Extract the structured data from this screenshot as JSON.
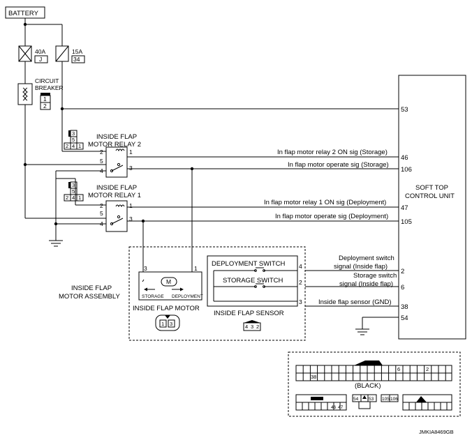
{
  "labels": {
    "battery": "BATTERY",
    "fuse_40a": "40A",
    "fuse_40a_id": "J",
    "fuse_15a": "15A",
    "fuse_15a_id": "34",
    "circuit_breaker_1": "CIRCUIT",
    "circuit_breaker_2": "BREAKER",
    "cb_pin_1": "1",
    "cb_pin_2": "2",
    "relay2_title_1": "INSIDE FLAP",
    "relay2_title_2": "MOTOR RELAY 2",
    "relay1_title_1": "INSIDE FLAP",
    "relay1_title_2": "MOTOR RELAY 1",
    "motor_assembly_1": "INSIDE FLAP",
    "motor_assembly_2": "MOTOR ASSEMBLY",
    "motor": "INSIDE FLAP MOTOR",
    "motor_symbol": "M",
    "storage": "STORAGE",
    "deployment": "DEPLOYMENT",
    "deployment_switch": "DEPLOYMENT SWITCH",
    "storage_switch": "STORAGE SWITCH",
    "sensor": "INSIDE FLAP SENSOR",
    "control_unit_1": "SOFT TOP",
    "control_unit_2": "CONTROL UNIT",
    "black": "(BLACK)",
    "code": "JMKIA8469GB"
  },
  "relay_connector": {
    "r1": "3",
    "r2": "5",
    "r3a": "2",
    "r3b": "4",
    "r3c": "1"
  },
  "relay_pins": {
    "p1": "1",
    "p2": "2",
    "p3": "3",
    "p4": "4",
    "p5": "5"
  },
  "motor_pins": {
    "left": "3",
    "right": "1"
  },
  "motor_connector": {
    "a": "1",
    "b": "3"
  },
  "sensor_pins": {
    "p4": "4",
    "p2": "2",
    "p3": "3"
  },
  "sensor_connector": {
    "a": "4",
    "b": "3",
    "c": "2"
  },
  "signals": {
    "relay2_on": "In flap motor relay 2 ON sig (Storage)",
    "operate_storage": "In flap motor operate sig (Storage)",
    "relay1_on": "In flap motor relay 1 ON sig (Deployment)",
    "operate_deploy": "In flap motor operate sig (Deployment)",
    "deploy_sw_1": "Deployment switch",
    "deploy_sw_2": "signal (Inside flap)",
    "storage_sw_1": "Storage switch",
    "storage_sw_2": "signal (Inside flap)",
    "sensor_gnd": "Inside flap sensor (GND)"
  },
  "cu_pins": {
    "p53": "53",
    "p46": "46",
    "p106": "106",
    "p47": "47",
    "p105": "105",
    "p2": "2",
    "p6": "6",
    "p38": "38",
    "p54": "54"
  },
  "legend": {
    "top_6": "6",
    "top_2": "2",
    "top_38": "38",
    "b_46": "46",
    "b_47": "47",
    "b_54": "54",
    "b_53": "53",
    "b_105": "105",
    "b_106": "106"
  }
}
